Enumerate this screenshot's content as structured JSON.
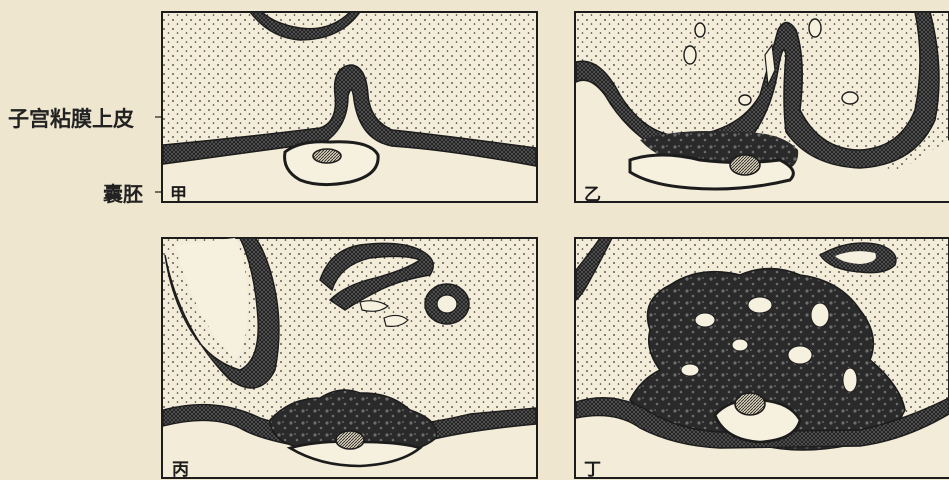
{
  "labels": {
    "endometrial_epithelium": "子宫粘膜上皮",
    "blastocyst": "囊胚"
  },
  "panels": [
    {
      "letter": "甲"
    },
    {
      "letter": "乙"
    },
    {
      "letter": "丙"
    },
    {
      "letter": "丁"
    }
  ],
  "colors": {
    "paper": "#efe6cf",
    "ink": "#1c1c1c",
    "stroma": "#f3ecd8",
    "epithelium": "#3a3a3a"
  }
}
